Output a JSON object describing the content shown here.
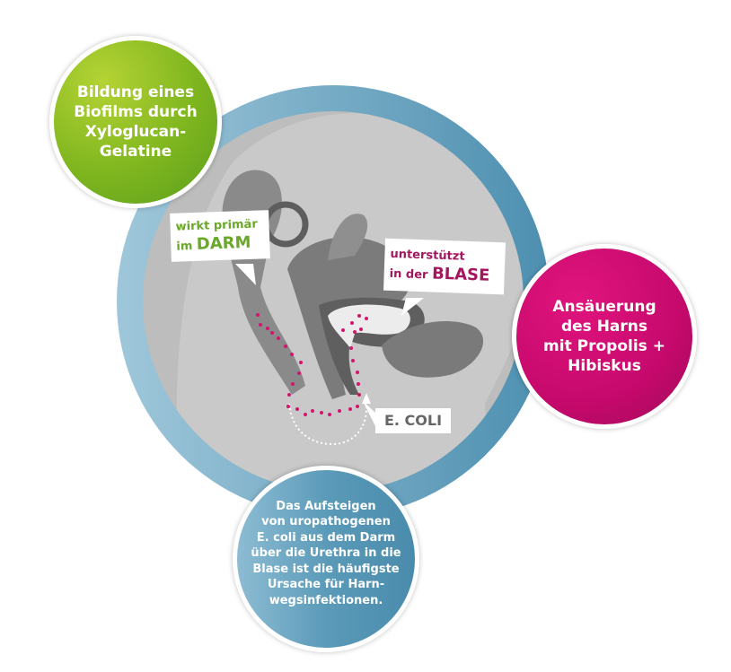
{
  "bubbles": {
    "green": [
      "Bildung eines",
      "Biofilms durch",
      "Xyloglucan-",
      "Gelatine"
    ],
    "magenta": [
      "Ansäuerung",
      "des Harns",
      "mit Propolis +",
      "Hibiskus"
    ],
    "blue": [
      "Das Aufsteigen",
      "von uropathogenen",
      "E. coli aus dem Darm",
      "über die Urethra in die",
      "Blase ist die häufigste",
      "Ursache für Harn-",
      "wegsinfektionen."
    ]
  },
  "callouts": {
    "darm": {
      "line1": "wirkt primär",
      "prefix": "im ",
      "big": "DARM"
    },
    "blase": {
      "line1": "unterstützt",
      "prefix": "in der ",
      "big": "BLASE"
    },
    "ecoli": "E. COLI"
  },
  "colors": {
    "green": "#7fb61f",
    "magenta": "#c6096c",
    "blue": "#5b9bb9",
    "dots": "#d4156e"
  }
}
